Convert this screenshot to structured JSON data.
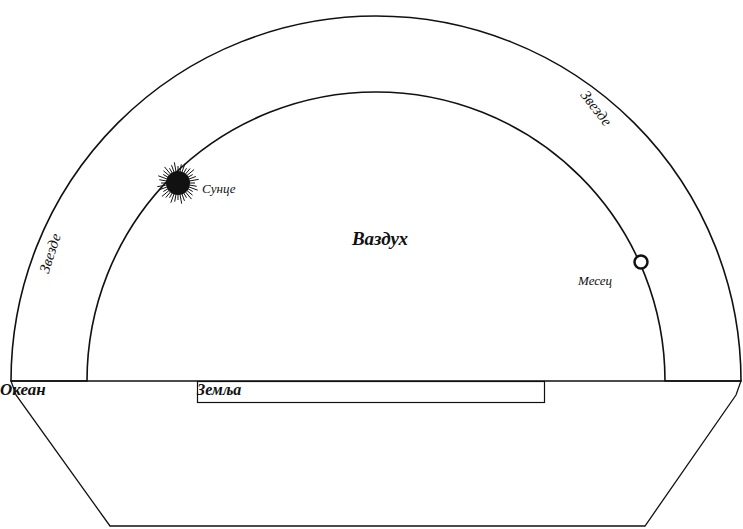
{
  "diagram": {
    "nodes": [
      {
        "text": [
          "Звезде",
          "Звезде"
        ]
      },
      {
        "text": [
          "Сунце"
        ]
      },
      {
        "text": [
          "Ваздух"
        ]
      },
      {
        "text": [
          "Месец"
        ]
      },
      {
        "text": [
          "Океан"
        ]
      },
      {
        "text": [
          "Земља"
        ],
        "in": 4
      }
    ]
  }
}
